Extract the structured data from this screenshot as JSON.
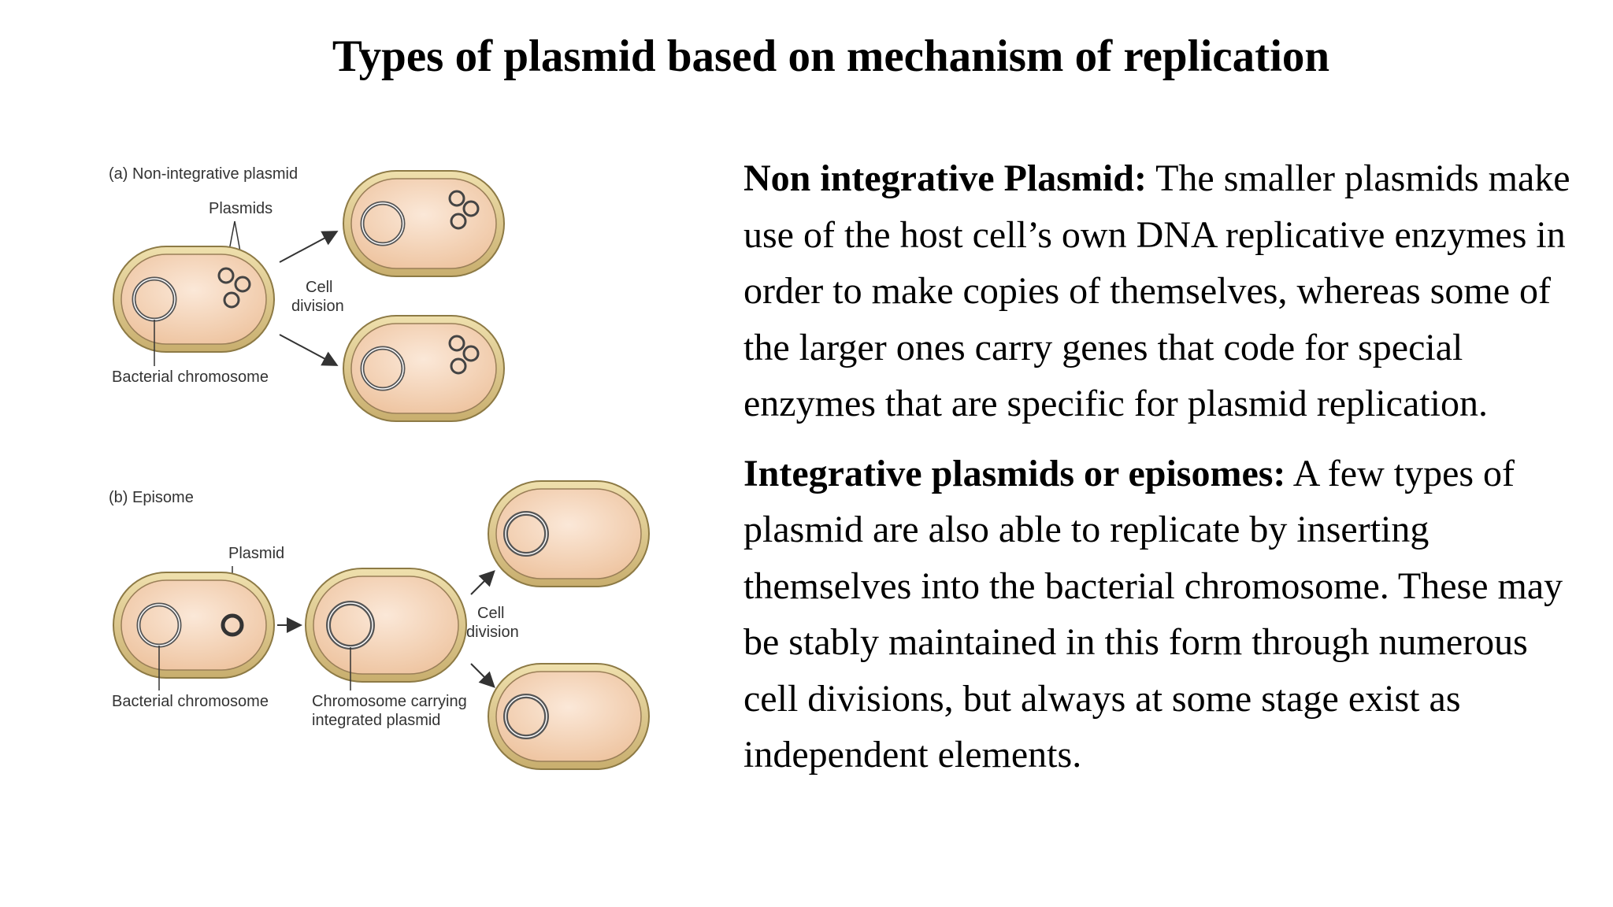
{
  "slide": {
    "title": "Types of plasmid based on mechanism of replication"
  },
  "diagram": {
    "panel_a": {
      "title": "(a) Non-integrative plasmid",
      "plasmids_label": "Plasmids",
      "chromosome_label": "Bacterial chromosome",
      "division_label_1": "Cell",
      "division_label_2": "division"
    },
    "panel_b": {
      "title": "(b) Episome",
      "plasmid_label": "Plasmid",
      "chromosome_label": "Bacterial chromosome",
      "carrying_label_1": "Chromosome carrying",
      "carrying_label_2": "integrated plasmid",
      "division_label_1": "Cell",
      "division_label_2": "division"
    },
    "colors": {
      "cell_wall": "#c8b27a",
      "cell_wall_light": "#e9d9a6",
      "cytoplasm": "#f2cfb0",
      "cytoplasm_highlight": "#fbe8d8",
      "line": "#333333"
    }
  },
  "text": {
    "non_integrative": {
      "term": "Non integrative Plasmid:",
      "body": " The smaller plasmids make use of the host cell’s own DNA replicative enzymes in order to make copies of themselves, whereas some of the larger ones carry genes that code for special enzymes that are specific for plasmid replication."
    },
    "integrative": {
      "term": "Integrative plasmids or episomes:",
      "body": " A few types of plasmid are also able to replicate by inserting themselves into the bacterial chromosome. These may be stably maintained in this form through numerous cell divisions, but always at some stage exist as independent elements."
    }
  }
}
